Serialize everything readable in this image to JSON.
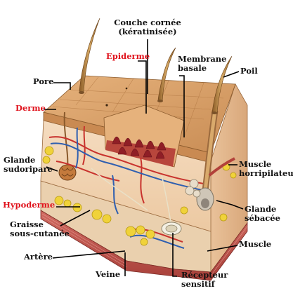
{
  "colors": {
    "label": "#111111",
    "layer_label": "#e0141e",
    "leader": "#000000",
    "epidermis": "#d9a06a",
    "epidermis_dark": "#b87a45",
    "dermis": "#f2d4b4",
    "papillae": "#a6262c",
    "hypodermis": "#e8c9a4",
    "fat": "#f0d23a",
    "artery": "#c8322d",
    "vein": "#2f5fb0",
    "muscle": "#c75b55",
    "hair": "#c79a55"
  },
  "labels": {
    "couche_cornee_l1": "Couche cornée",
    "couche_cornee_l2": "(kératinisée)",
    "epiderme": "Epiderme",
    "membrane_l1": "Membrane",
    "membrane_l2": "basale",
    "poil": "Poil",
    "pore": "Pore",
    "derme": "Derme",
    "glande_sudo_l1": "Glande",
    "glande_sudo_l2": "sudoripare",
    "muscle_horr_l1": "Muscle",
    "muscle_horr_l2": "horripilateur",
    "hypoderme": "Hypoderme",
    "glande_seb_l1": "Glande",
    "glande_seb_l2": "sébacée",
    "graisse_l1": "Graisse",
    "graisse_l2": "sous-cutanée",
    "muscle": "Muscle",
    "artere": "Artère",
    "veine": "Veine",
    "recepteur_l1": "Récepteur",
    "recepteur_l2": "sensitif"
  }
}
